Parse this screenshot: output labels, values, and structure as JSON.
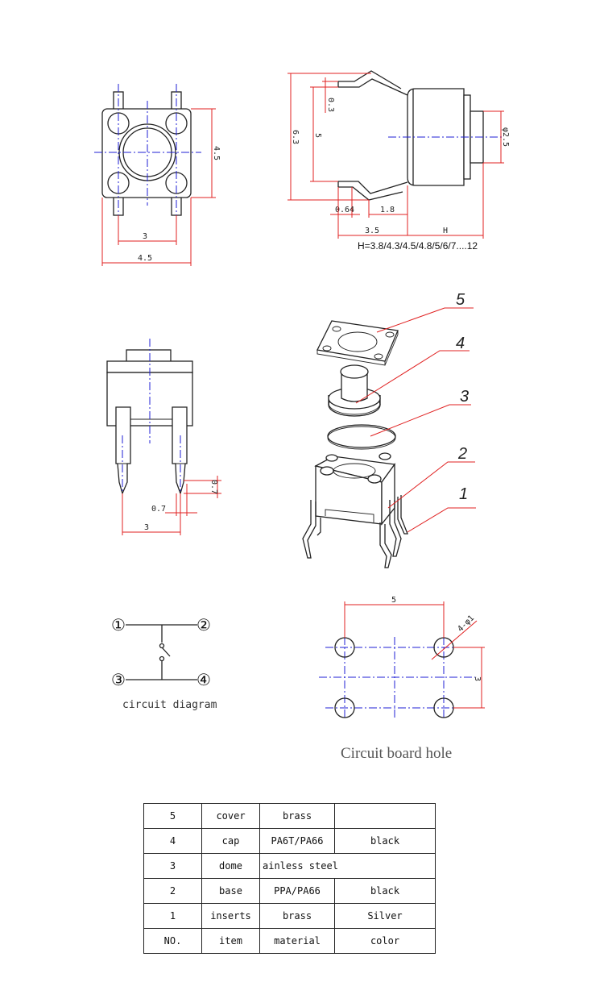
{
  "top_view": {
    "dims": [
      "4.5",
      "3",
      "4.5"
    ]
  },
  "side_view": {
    "dims": [
      "6.3",
      "5",
      "0.3",
      "φ2.5",
      "0.64",
      "1.8",
      "3.5",
      "H"
    ],
    "h_note": "H=3.8/4.3/4.5/4.8/5/6/7....12"
  },
  "front_view": {
    "dims": [
      "0.7",
      "0.7",
      "3"
    ]
  },
  "exploded_view": {
    "callouts": [
      "5",
      "4",
      "3",
      "2",
      "1"
    ]
  },
  "circuit": {
    "terminals": [
      "①",
      "②",
      "③",
      "④"
    ],
    "caption": "circuit diagram"
  },
  "board_hole": {
    "dims": [
      "5",
      "4-φ1",
      "3"
    ],
    "caption": "Circuit board hole"
  },
  "bom_table": {
    "rows": [
      [
        "5",
        "cover",
        "brass",
        ""
      ],
      [
        "4",
        "cap",
        "PA6T/PA66",
        "black"
      ],
      [
        "3",
        "dome",
        "ainless steel",
        ""
      ],
      [
        "2",
        "base",
        "PPA/PA66",
        "black"
      ],
      [
        "1",
        "inserts",
        "brass",
        "Silver"
      ],
      [
        "NO.",
        "item",
        "material",
        "color"
      ]
    ]
  }
}
